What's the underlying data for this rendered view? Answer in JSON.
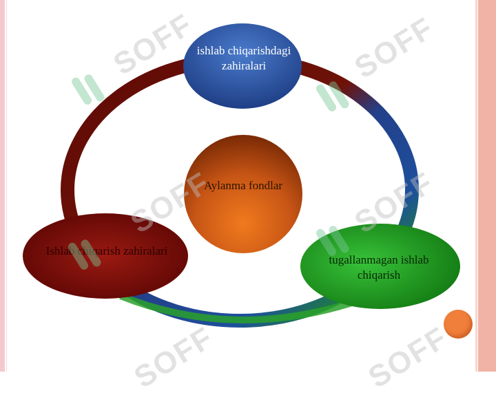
{
  "diagram": {
    "nodes": {
      "top": "ishlab chiqarishdagi zahiralari",
      "center": "Aylanma fondlar",
      "left": "Ishlab chiqarish zahiralari",
      "right": "tugallanmagan ishlab chiqarish"
    }
  },
  "watermark": {
    "text": "SOFF"
  },
  "colors": {
    "top_node": "#2f5da8",
    "center_node": "#d7621a",
    "left_node": "#7a0c08",
    "right_node": "#1f9a1f",
    "accent_dot": "#f07f3c"
  }
}
